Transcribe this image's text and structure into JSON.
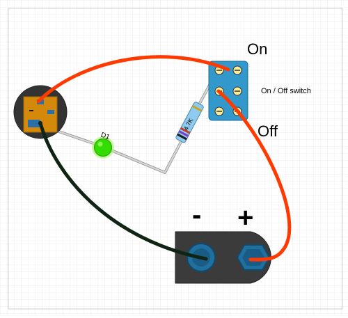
{
  "labels": {
    "switch_on": "On",
    "switch_off": "Off",
    "switch_name": "On / Off switch",
    "resistor_value": "4.7K",
    "led_ref": "D1",
    "battery_minus": "-",
    "battery_plus": "+"
  },
  "colors": {
    "background": "#ffffff",
    "grid": "#e6e6e6",
    "wire_red": "#ff3a00",
    "wire_black": "#0f2412",
    "wire_gray": "#c8c8c8",
    "switch_body": "#3399cc",
    "switch_pin": "#ffef99",
    "led": "#33dd00",
    "battery_body": "#3b3b3b",
    "battery_terminal": "#1f6f9f",
    "jack_body": "#333333",
    "jack_plate": "#d4890a"
  },
  "icons": {
    "switch": "toggle-switch-icon",
    "battery": "battery-holder-icon",
    "led": "led-icon",
    "resistor": "resistor-icon",
    "jack": "dc-jack-icon"
  }
}
